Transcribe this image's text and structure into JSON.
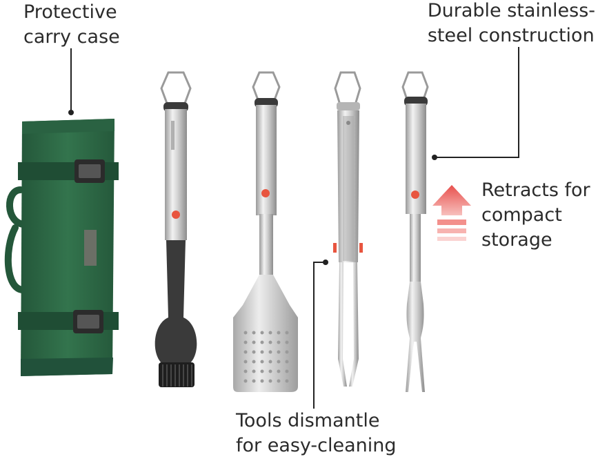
{
  "callouts": {
    "carry_case": [
      "Protective",
      "carry case"
    ],
    "stainless": [
      "Durable stainless-",
      "steel construction"
    ],
    "retracts": [
      "Retracts for",
      "compact",
      "storage"
    ],
    "dismantle": [
      "Tools dismantle",
      "for easy-cleaning"
    ]
  },
  "colors": {
    "case_green": "#2f6b47",
    "steel": "#c9c9c9",
    "button_red": "#e8553f",
    "arrow_red": "#ea5a55",
    "silicone": "#3a3a3a",
    "text": "#2b2b2b"
  }
}
